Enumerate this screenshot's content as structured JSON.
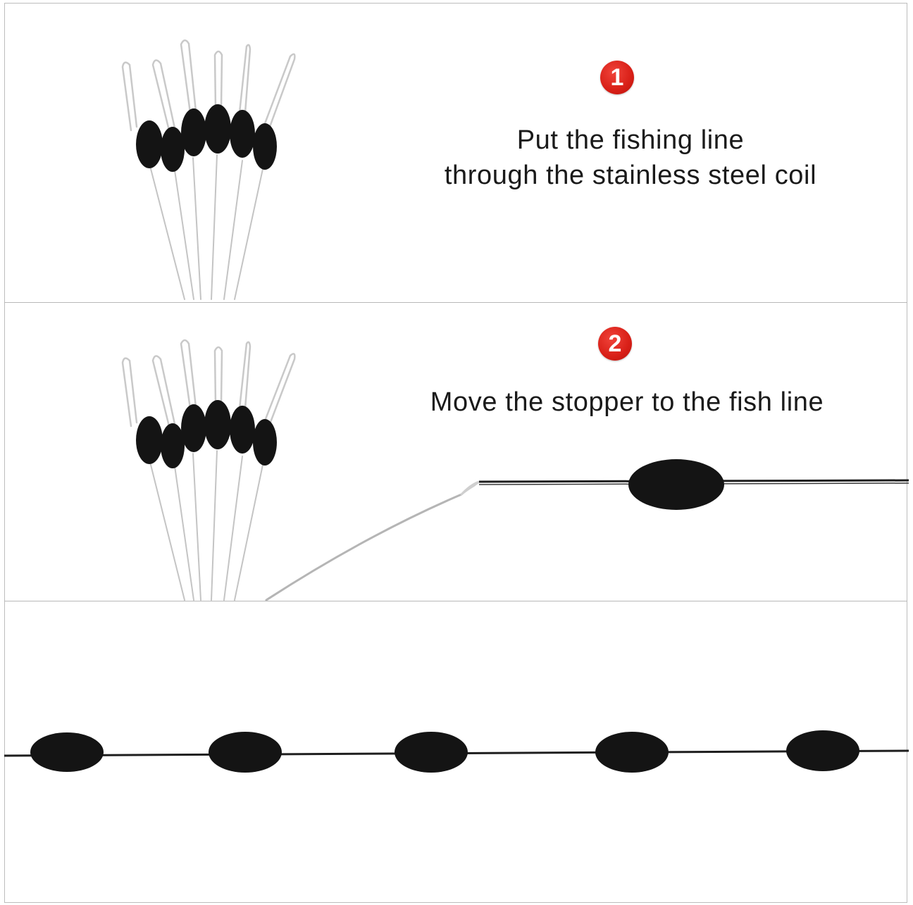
{
  "steps": [
    {
      "number": "1",
      "lines": [
        "Put the fishing line",
        "through the stainless steel coil"
      ]
    },
    {
      "number": "2",
      "lines": [
        "Move the stopper to the fish line"
      ]
    }
  ],
  "colors": {
    "badge": "#d81f17",
    "text": "#1a1a1a",
    "bead": "#111111",
    "divider": "#b8b8b8"
  }
}
